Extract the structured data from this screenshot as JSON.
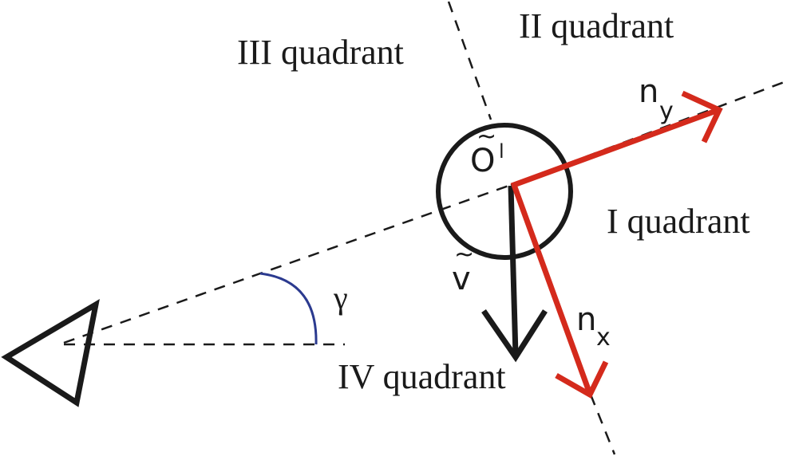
{
  "diagram": {
    "quadrants": {
      "q1": "I quadrant",
      "q2": "II quadrant",
      "q3": "III quadrant",
      "q4": "IV quadrant"
    },
    "labels": {
      "ny_base": "n",
      "ny_sub": "y",
      "nx_base": "n",
      "nx_sub": "x",
      "obstacle_base": "O",
      "obstacle_sup": "l",
      "obstacle_tilde": "~",
      "velocity": "v",
      "velocity_tilde": "~",
      "angle": "γ"
    },
    "colors": {
      "normal_vectors": "#d42a1c",
      "angle_arc": "#2b3a8f",
      "lines": "#1a1a1a"
    }
  }
}
